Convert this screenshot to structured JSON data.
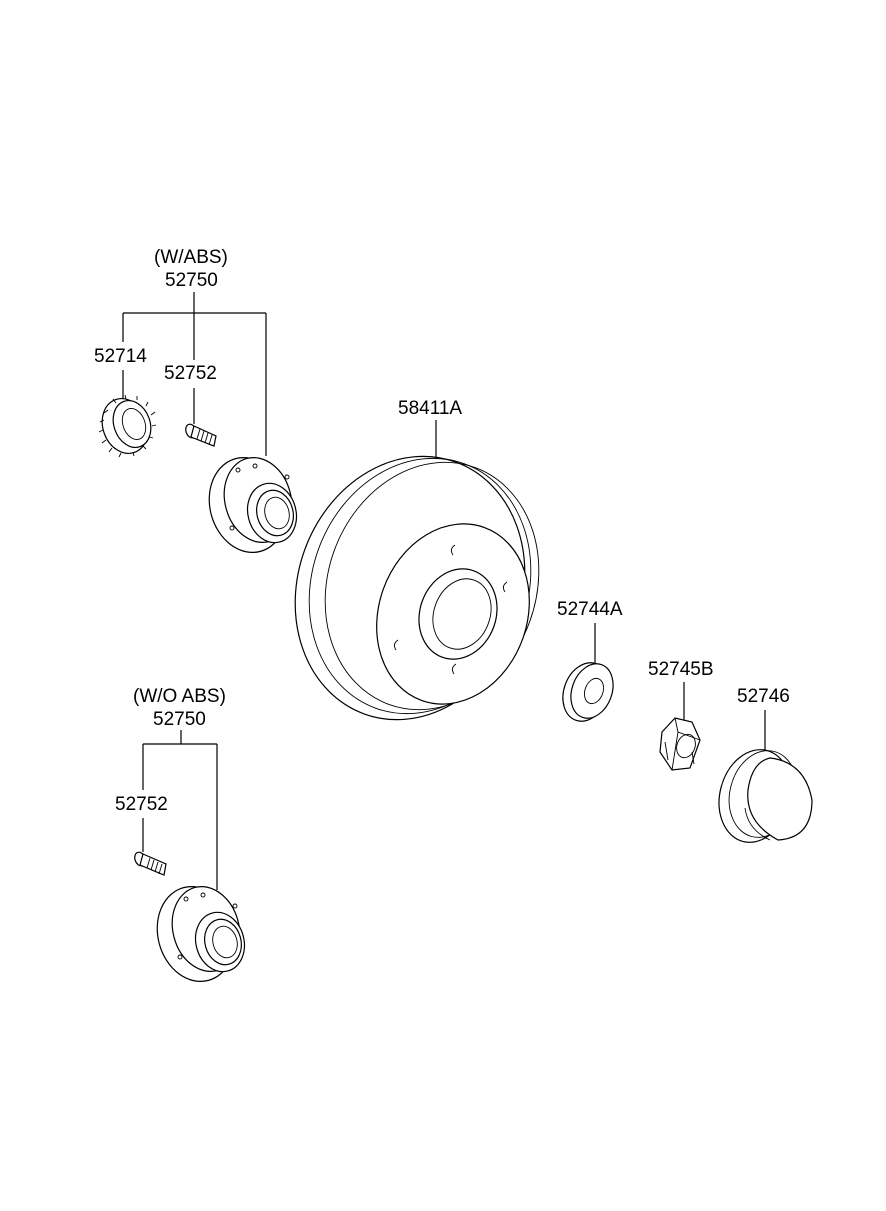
{
  "groups": {
    "with_abs": {
      "note": "(W/ABS)",
      "assembly": "52750",
      "tone_wheel": "52714",
      "bolt": "52752"
    },
    "without_abs": {
      "note": "(W/O ABS)",
      "assembly": "52750",
      "bolt": "52752"
    }
  },
  "parts": {
    "drum": "58411A",
    "washer": "52744A",
    "nut": "52745B",
    "cap": "52746"
  }
}
